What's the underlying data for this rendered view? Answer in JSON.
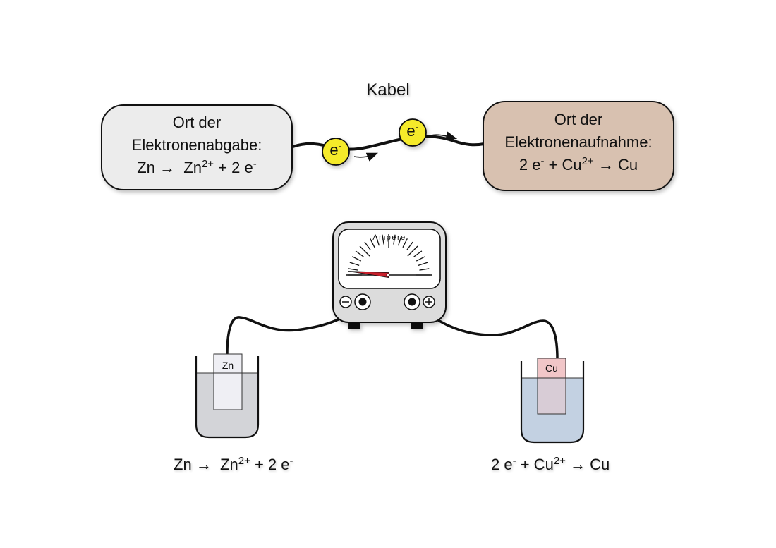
{
  "cable_label": "Kabel",
  "left_box": {
    "line1": "Ort der",
    "line2": "Elektronenabgabe:",
    "eq_a": "Zn",
    "arrow": "→",
    "eq_b": "Zn",
    "eq_b_charge": "2+",
    "eq_c": "+ 2 e",
    "eq_c_charge": "-"
  },
  "right_box": {
    "line1": "Ort der",
    "line2": "Elektronenaufnahme:",
    "eq_a": "2 e",
    "eq_a_charge": "-",
    "eq_b": "+ Cu",
    "eq_b_charge": "2+",
    "arrow": "→",
    "eq_c": "Cu"
  },
  "electrons": [
    {
      "symbol": "e",
      "charge": "-"
    },
    {
      "symbol": "e",
      "charge": "-"
    }
  ],
  "ammeter": {
    "label": "Ampere",
    "negative_terminal": "−",
    "positive_terminal": "+",
    "needle_level": 0.03
  },
  "anode": {
    "label": "Zn",
    "equation": {
      "a": "Zn",
      "arrow": "→",
      "b": "Zn",
      "b_charge": "2+",
      "c": "+ 2 e",
      "c_charge": "-"
    }
  },
  "cathode": {
    "label": "Cu",
    "equation": {
      "a": "2 e",
      "a_charge": "-",
      "b": "+ Cu",
      "b_charge": "2+",
      "arrow": "→",
      "c": "Cu"
    }
  },
  "colors": {
    "left_box_fill": "#ececec",
    "right_box_fill": "#d8c1b0",
    "electron_fill": "#f5ea2a",
    "zn_solution": "#d3d4d8",
    "cu_solution": "#c3d1e2",
    "cu_electrode": "#f1c6c8",
    "zn_electrode": "#efeff4",
    "needle": "#c8202c",
    "meter_body": "#dcdcdc"
  }
}
